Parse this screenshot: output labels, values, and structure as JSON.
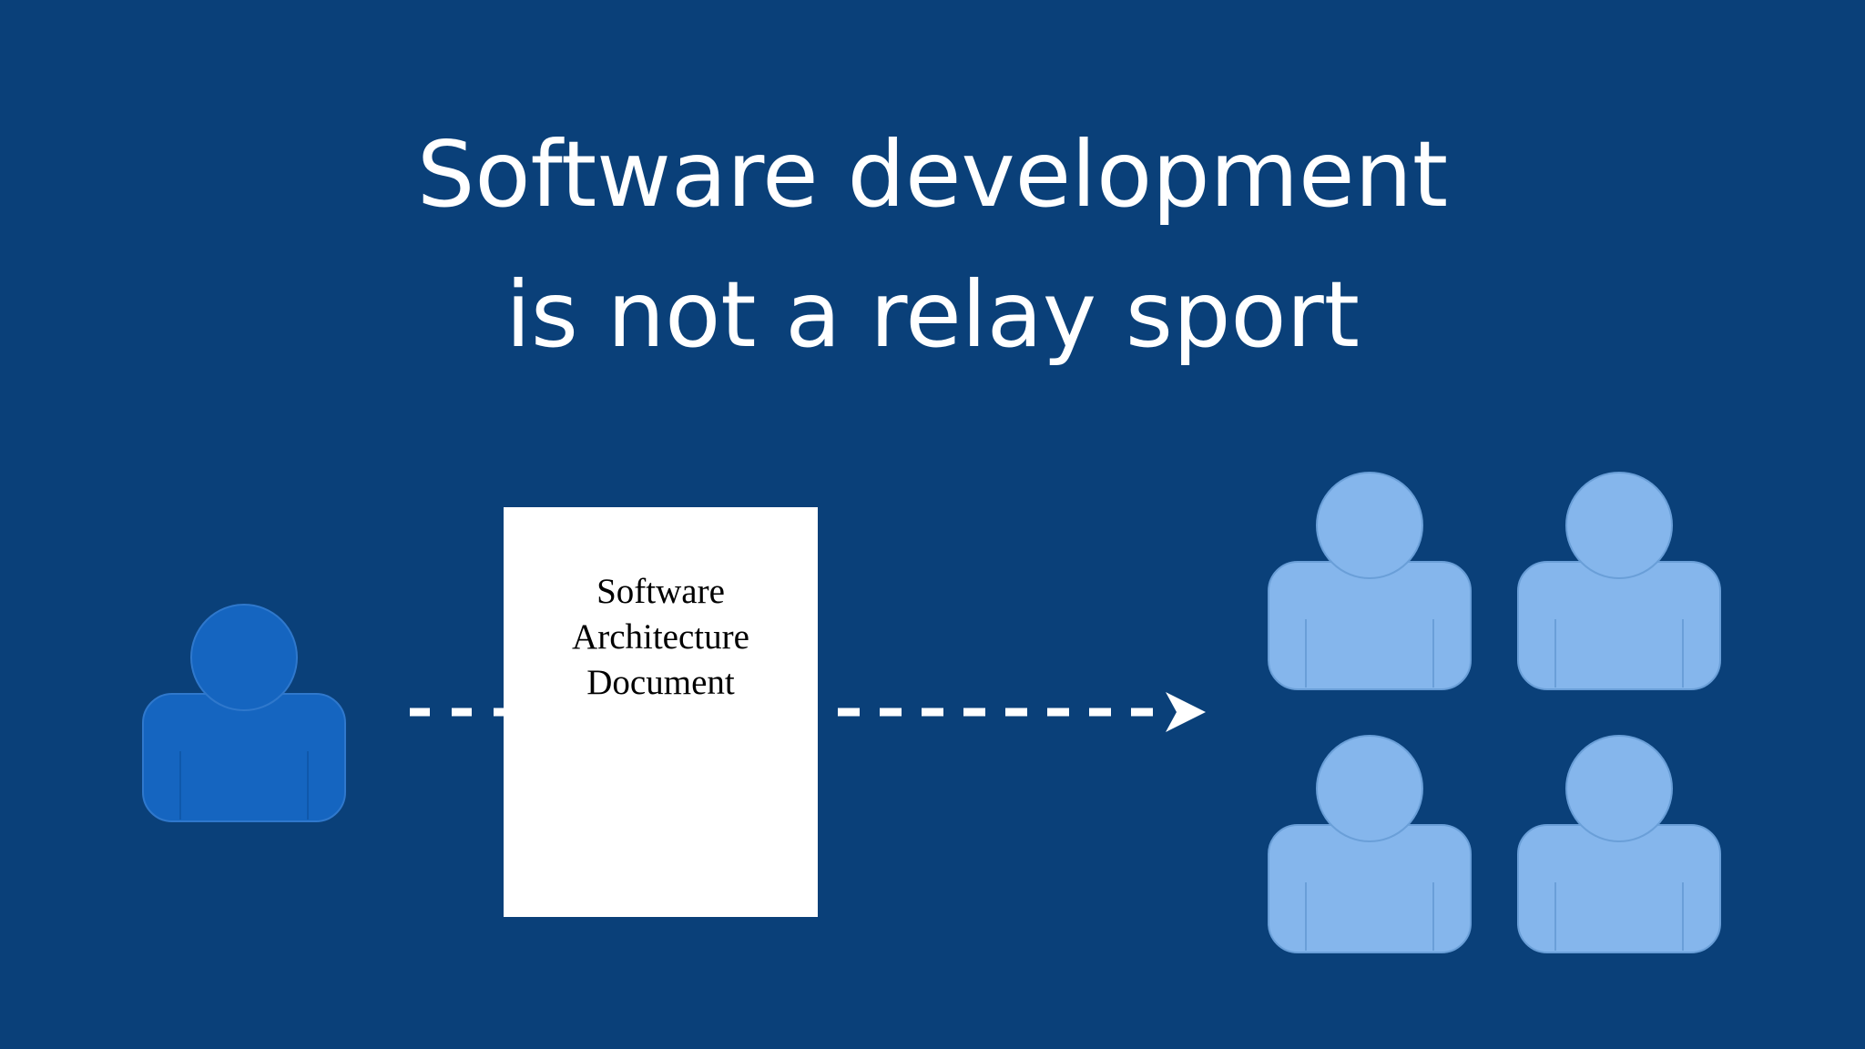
{
  "slide": {
    "title_line1": "Software development",
    "title_line2": "is not a relay sport"
  },
  "document": {
    "line1": "Software",
    "line2": "Architecture",
    "line3": "Document"
  },
  "colors": {
    "background": "#0a4079",
    "sender_person": "#1565c0",
    "team_person": "#85b6ec",
    "arrow": "#ffffff",
    "document": "#ffffff"
  },
  "icons": {
    "sender": "person-icon",
    "team": "person-icon"
  },
  "team_size": 4
}
